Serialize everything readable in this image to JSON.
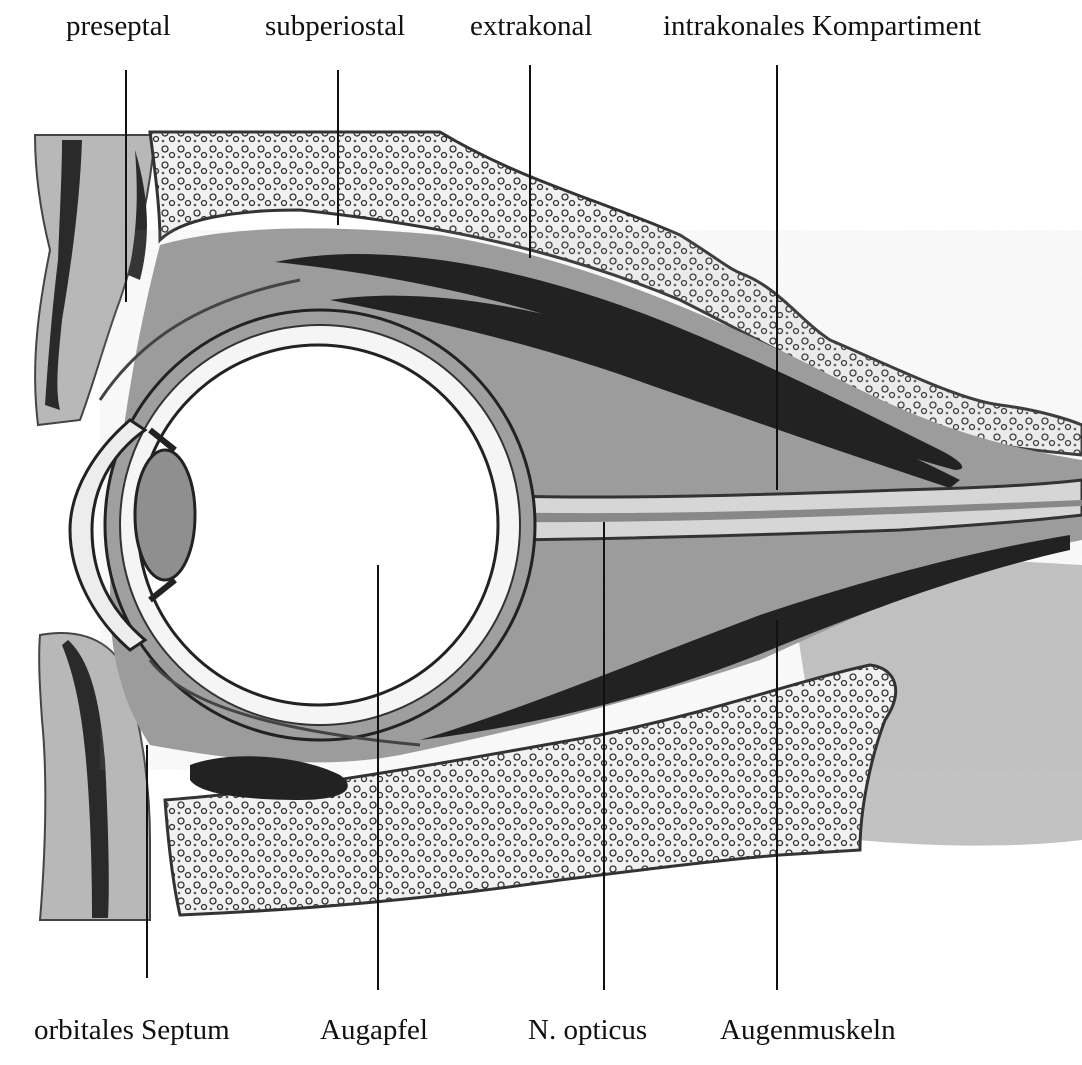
{
  "labels": {
    "top": {
      "preseptal": "preseptal",
      "subperiostal": "subperiostal",
      "extrakonal": "extrakonal",
      "intrakonal": "intrakonales Kompartiment"
    },
    "bottom": {
      "septum": "orbitales Septum",
      "augapfel": "Augapfel",
      "opticus": "N. opticus",
      "muskeln": "Augenmuskeln"
    }
  }
}
